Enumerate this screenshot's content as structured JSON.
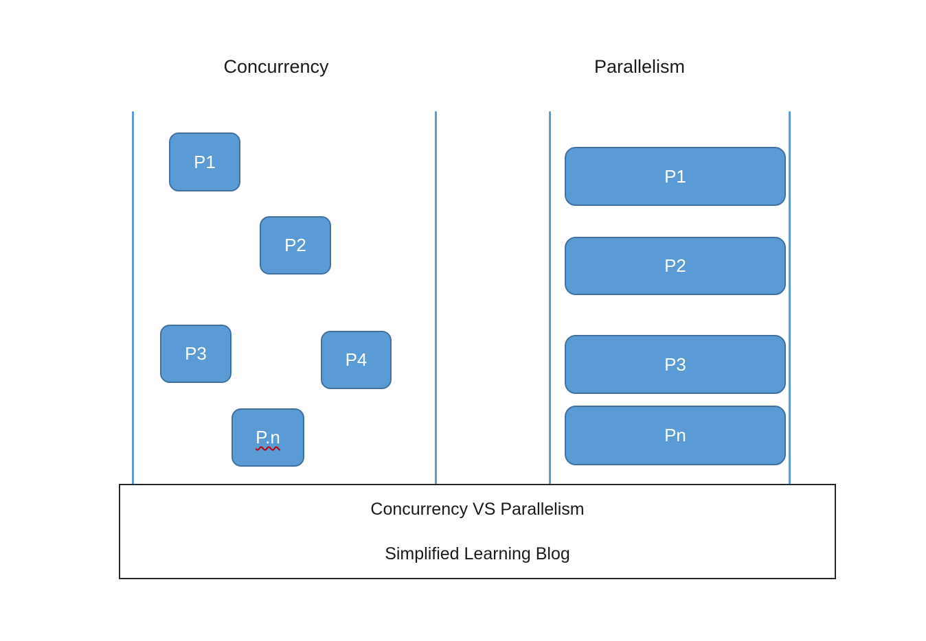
{
  "diagram": {
    "left_lane": {
      "title": "Concurrency",
      "processes": [
        {
          "label": "P1"
        },
        {
          "label": "P2"
        },
        {
          "label": "P3"
        },
        {
          "label": "P4"
        },
        {
          "label": "P.n",
          "spellcheck_underline": true
        }
      ]
    },
    "right_lane": {
      "title": "Parallelism",
      "processes": [
        {
          "label": "P1"
        },
        {
          "label": "P2"
        },
        {
          "label": "P3"
        },
        {
          "label": "Pn"
        }
      ]
    },
    "caption": {
      "line1": "Concurrency VS Parallelism",
      "line2": "Simplified Learning Blog"
    },
    "colors": {
      "box_fill": "#5B9BD5",
      "box_border": "#41719C",
      "lane_line": "#5B9BD5",
      "box_text": "#FFFFFF",
      "title_text": "#1A1A1A",
      "caption_text": "#1A1A1A",
      "caption_border": "#262626",
      "spellcheck_red": "#C00000"
    }
  }
}
